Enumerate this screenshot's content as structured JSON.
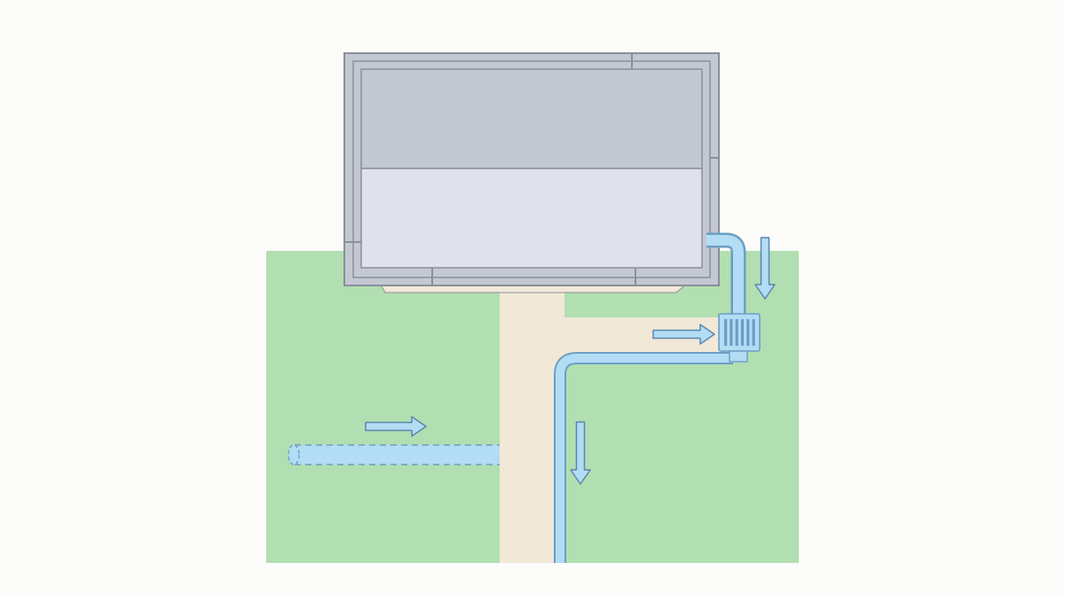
{
  "diagram": {
    "type": "site-drainage-plan",
    "colors": {
      "background": "#fcfcfa",
      "lawn": "#b1dfb1",
      "path": "#f1e8d8",
      "roof_frame": "#8a8f9a",
      "roof_upper": "#c4c8d3",
      "roof_lower": "#dfe2ec",
      "pipe_fill": "#b3dcf5",
      "pipe_stroke": "#6c9ec4",
      "arrow_fill": "#b3dcf5",
      "arrow_stroke": "#5a86ad"
    },
    "elements": [
      "lawn",
      "path",
      "roof",
      "downspout",
      "drain-grate",
      "drain-pipe",
      "buried-pipe",
      "flow-arrows"
    ]
  }
}
